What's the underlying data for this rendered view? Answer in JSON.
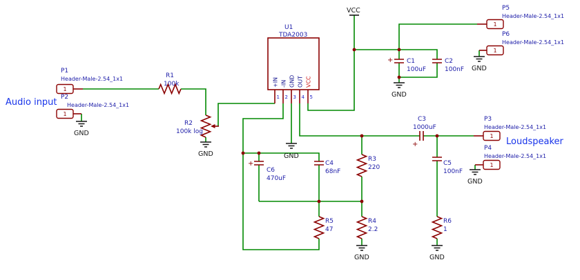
{
  "labels": {
    "audio_input": "Audio input",
    "loudspeaker": "Loudspeaker",
    "vcc": "VCC",
    "gnd": "GND",
    "plus": "+"
  },
  "colors": {
    "wire_green": "#008800",
    "symbol_dark_red": "#8B0000",
    "component_label_blue": "#1c1ca8",
    "net_label_blue": "#1733EA",
    "pin_number_blue": "#2323c8",
    "black_text": "#141414"
  },
  "ic": {
    "designator": "U1",
    "part": "TDA2003",
    "pins": [
      {
        "num": "1",
        "name": "+IN"
      },
      {
        "num": "2",
        "name": "-IN"
      },
      {
        "num": "3",
        "name": "GND"
      },
      {
        "num": "4",
        "name": "OUT"
      },
      {
        "num": "5",
        "name": "VCC"
      }
    ]
  },
  "headers": [
    {
      "designator": "P1",
      "part": "Header-Male-2.54_1x1",
      "pin": "1"
    },
    {
      "designator": "P2",
      "part": "Header-Male-2.54_1x1",
      "pin": "1"
    },
    {
      "designator": "P3",
      "part": "Header-Male-2.54_1x1",
      "pin": "1"
    },
    {
      "designator": "P4",
      "part": "Header-Male-2.54_1x1",
      "pin": "1"
    },
    {
      "designator": "P5",
      "part": "Header-Male-2.54_1x1",
      "pin": "1"
    },
    {
      "designator": "P6",
      "part": "Header-Male-2.54_1x1",
      "pin": "1"
    }
  ],
  "resistors": [
    {
      "designator": "R1",
      "value": "100k"
    },
    {
      "designator": "R2",
      "value": "100k log"
    },
    {
      "designator": "R3",
      "value": "220"
    },
    {
      "designator": "R4",
      "value": "2.2"
    },
    {
      "designator": "R5",
      "value": "47"
    },
    {
      "designator": "R6",
      "value": "1"
    }
  ],
  "capacitors": [
    {
      "designator": "C1",
      "value": "100uF"
    },
    {
      "designator": "C2",
      "value": "100nF"
    },
    {
      "designator": "C3",
      "value": "1000uF"
    },
    {
      "designator": "C4",
      "value": "68nF"
    },
    {
      "designator": "C5",
      "value": "100nF"
    },
    {
      "designator": "C6",
      "value": "470uF"
    }
  ]
}
